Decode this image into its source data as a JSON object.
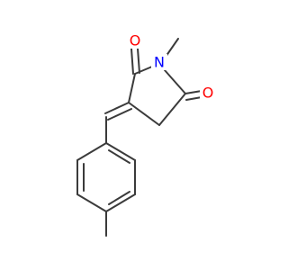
{
  "molecule": {
    "atoms": {
      "o1": {
        "symbol": "O",
        "color": "#ff0000"
      },
      "n1": {
        "symbol": "N",
        "color": "#0000ff"
      },
      "o2": {
        "symbol": "O",
        "color": "#ff0000"
      }
    },
    "bond_color": "#3b3b3b",
    "background": "#ffffff"
  }
}
